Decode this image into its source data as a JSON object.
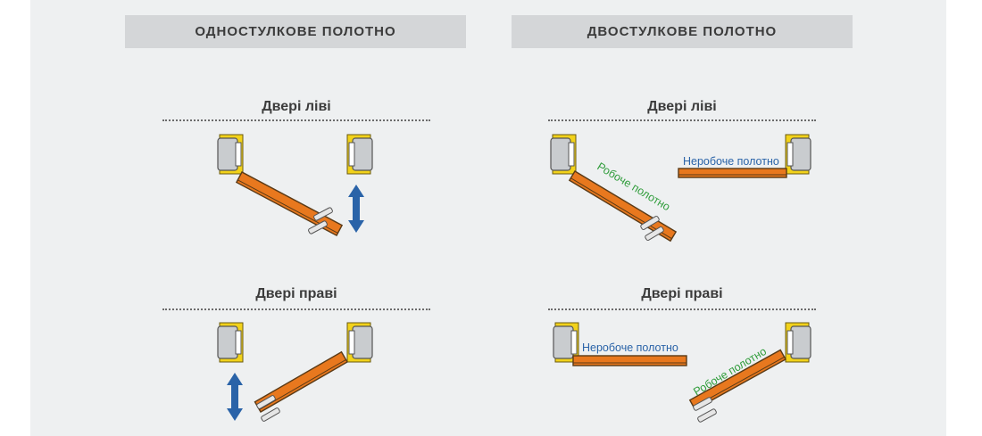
{
  "headers": {
    "single": "ОДНОСТУЛКОВЕ ПОЛОТНО",
    "double": "ДВОСТУЛКОВЕ ПОЛОТНО"
  },
  "single": {
    "left_title": "Двері ліві",
    "right_title": "Двері праві"
  },
  "double": {
    "left_title": "Двері ліві",
    "right_title": "Двері праві",
    "active_leaf": "Робоче полотно",
    "inactive_leaf": "Неробоче полотно"
  },
  "colors": {
    "door_leaf": "#e8781e",
    "door_leaf_edge": "#5a3a16",
    "frame_yellow": "#f2d21a",
    "frame_gray": "#c9cccf",
    "arrow_blue": "#2a63a8",
    "label_green": "#2f9c3a",
    "label_blue": "#2a63a8"
  },
  "icons": [
    "double-arrow-icon",
    "door-frame-icon",
    "hinge-icon"
  ]
}
